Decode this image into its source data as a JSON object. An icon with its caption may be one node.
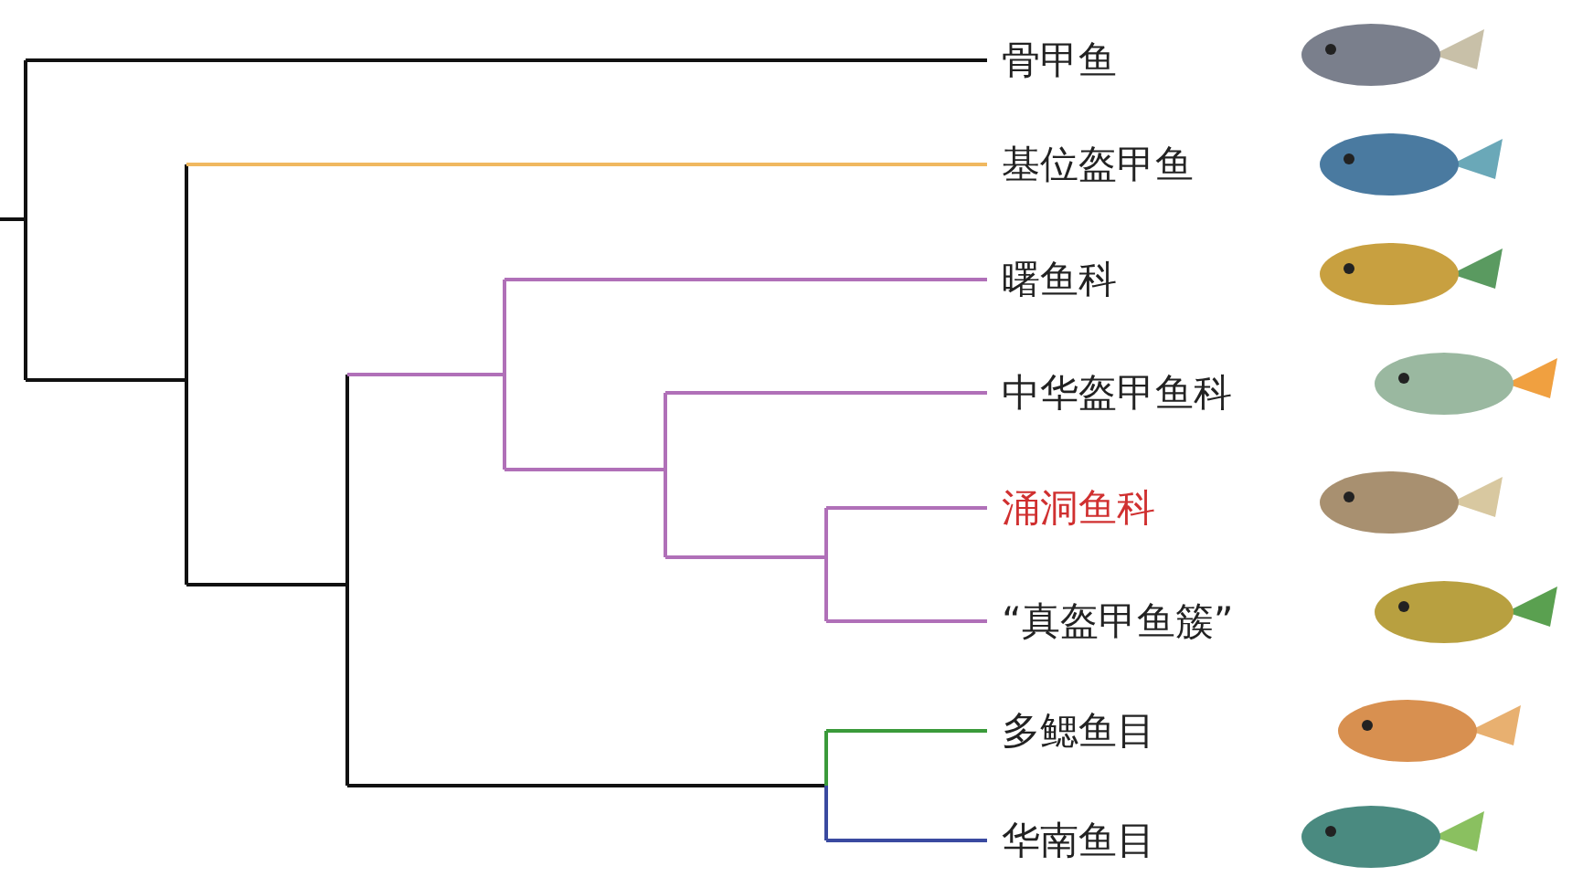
{
  "diagram": {
    "labels": [
      "骨甲鱼",
      "基位盔甲鱼",
      "曙鱼科",
      "中华盔甲鱼科",
      "涌洞鱼科",
      "“真盔甲鱼簇”",
      "多鳃鱼目",
      "华南鱼目"
    ]
  }
}
